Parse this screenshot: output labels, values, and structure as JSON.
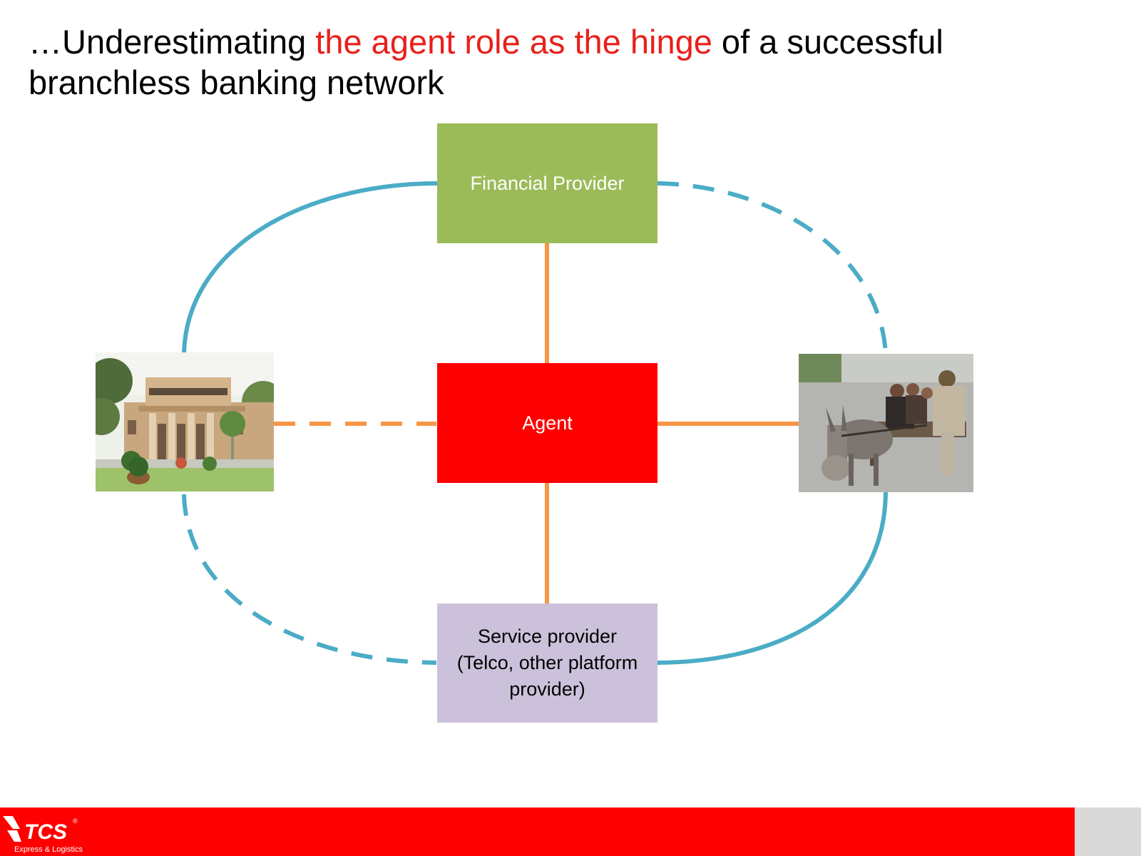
{
  "title": {
    "part1": "…Underestimating ",
    "highlight": "the agent  role as the hinge",
    "part2": " of a successful branchless banking network"
  },
  "nodes": {
    "financial_provider": "Financial Provider",
    "agent": "Agent",
    "service_provider": "Service provider\n(Telco, other platform\nprovider)"
  },
  "colors": {
    "title_highlight": "#e8201a",
    "financial_provider_fill": "#9bbb59",
    "agent_fill": "#ff0000",
    "service_provider_fill": "#ccc1da",
    "outer_connector": "#4bacc6",
    "inner_connector": "#f79646",
    "footer_bar": "#ff0000"
  },
  "images": {
    "left": "bank-building-photo",
    "right": "donkey-cart-photo"
  },
  "footer": {
    "logo_text": "TCS",
    "logo_registered": "®",
    "logo_subtitle": "Express & Logistics"
  }
}
